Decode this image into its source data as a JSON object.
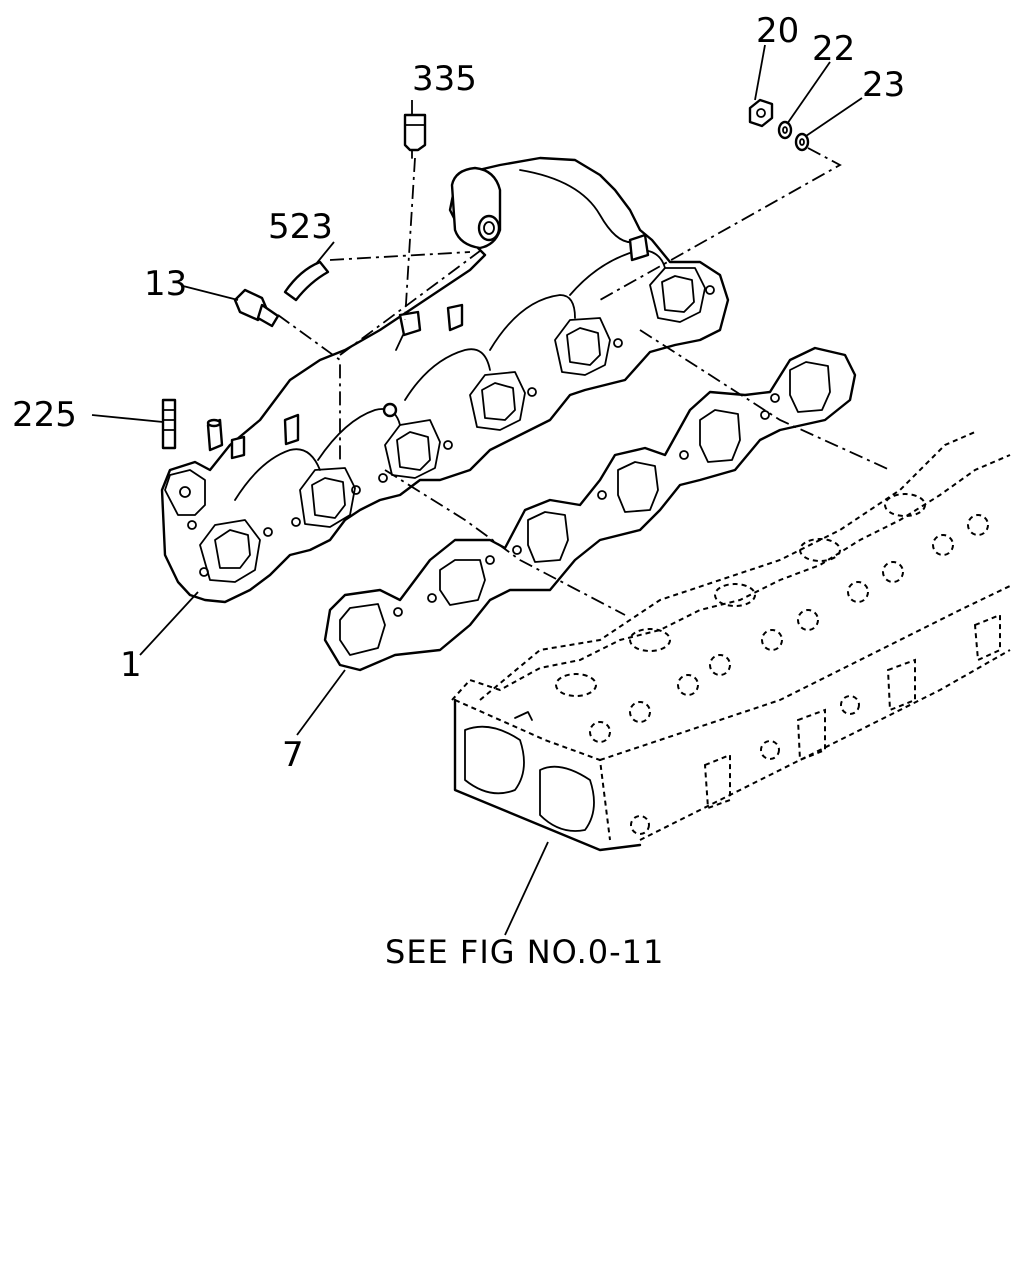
{
  "callouts": {
    "p20": "20",
    "p22": "22",
    "p23": "23",
    "p335": "335",
    "p523": "523",
    "p13": "13",
    "p225": "225",
    "p1": "1",
    "p7": "7"
  },
  "reference_note": "SEE FIG NO.0-11",
  "colors": {
    "line": "#000000",
    "background": "#ffffff"
  }
}
